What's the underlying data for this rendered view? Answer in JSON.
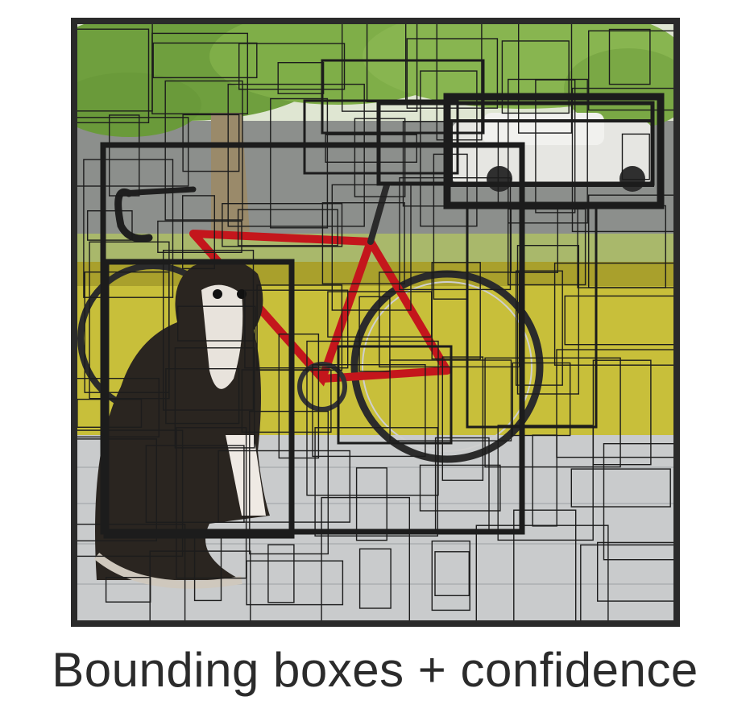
{
  "caption": "Bounding boxes + confidence",
  "colors": {
    "box_stroke": "#1c1c1c",
    "frame": "#2a2a2a",
    "sky_foliage": "#7fae48",
    "wall": "#c8bf3a",
    "porch_floor": "#c9cbcc",
    "street": "#8c8f8c",
    "bike_frame": "#c4161c",
    "dog_fur": "#2a2520"
  },
  "scene": {
    "objects": [
      "dog",
      "bicycle",
      "car",
      "tree"
    ]
  }
}
